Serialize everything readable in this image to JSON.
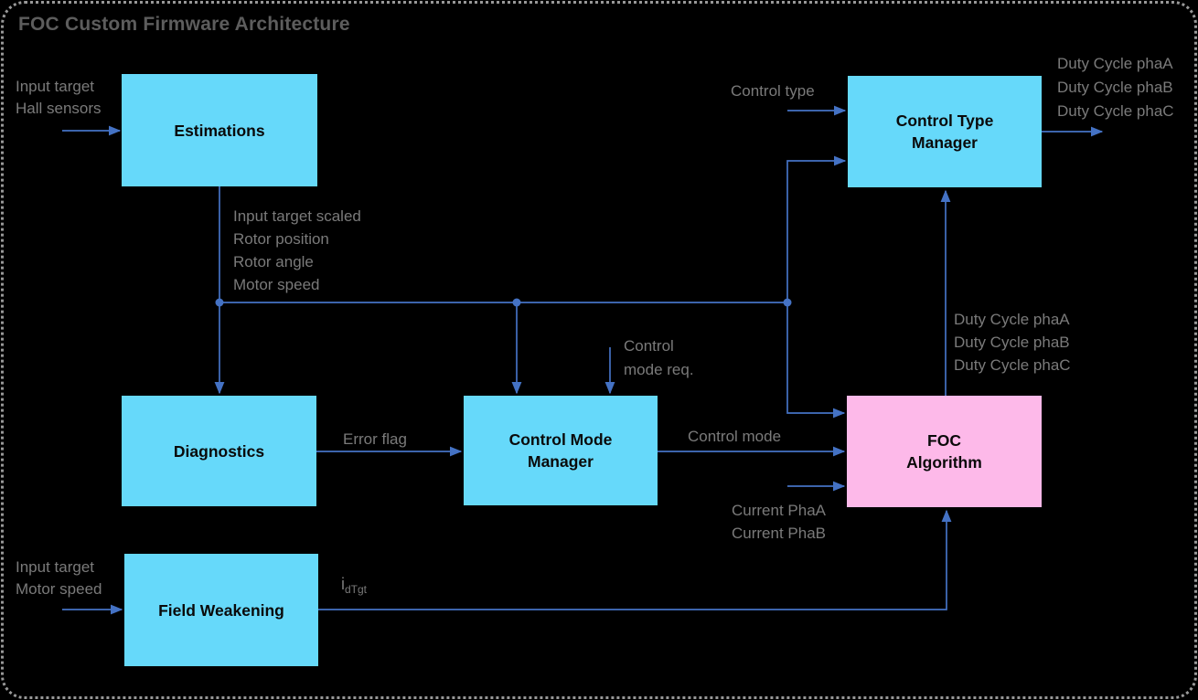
{
  "title": "FOC Custom Firmware Architecture",
  "diagram": {
    "blocks": {
      "estimations": "Estimations",
      "control_type_manager": "Control Type\nManager",
      "diagnostics": "Diagnostics",
      "control_mode_manager": "Control Mode\nManager",
      "foc_algorithm": "FOC\nAlgorithm",
      "field_weakening": "Field Weakening"
    },
    "labels": {
      "estimations_inputs": "Input target\nHall sensors",
      "estimations_outputs": "Input target scaled\nRotor position\nRotor angle\nMotor speed",
      "control_type_input": "Control type",
      "duty_cycle_outputs_top": "Duty Cycle phaA\nDuty Cycle phaB\nDuty Cycle phaC",
      "duty_cycle_outputs_mid": "Duty Cycle phaA\nDuty Cycle phaB\nDuty Cycle phaC",
      "control_mode_request": "Control\nmode req.",
      "error_flag": "Error flag",
      "control_mode": "Control mode",
      "current_inputs": "Current PhaA\nCurrent PhaB",
      "field_weakening_inputs": "Input target\nMotor speed",
      "id_target_base": "i",
      "id_target_sub": "dTgt"
    },
    "colors": {
      "block_cyan": "#66D9FA",
      "block_pink": "#FDB9E9",
      "connector_blue": "#4472C4",
      "label_gray": "#7A7A7A",
      "title_gray": "#5D5D5D",
      "background": "#000000",
      "border_dots": "#989898"
    }
  }
}
